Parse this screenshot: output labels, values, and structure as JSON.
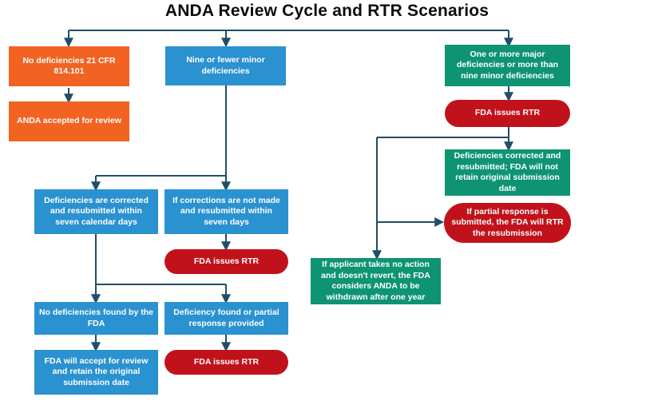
{
  "title": "ANDA Review Cycle and RTR Scenarios",
  "colors": {
    "orange": "#F26322",
    "blue": "#2A92D0",
    "teal": "#0E9473",
    "red": "#C1121C",
    "connector": "#1F4E66",
    "title_text": "#0D0D0D",
    "node_text": "#FFFFFF",
    "background": "#FFFFFF"
  },
  "nodes": {
    "no_deficiencies": "No deficiencies 21 CFR 814.101",
    "anda_accepted": "ANDA accepted for review",
    "nine_or_fewer": "Nine or fewer minor deficiencies",
    "one_or_more_major": "One or more major deficiencies or more than nine minor deficiencies",
    "fda_issues_rtr_major": "FDA issues RTR",
    "deficiencies_corrected_no_retain": "Deficiencies corrected and resubmitted; FDA will not retain original submission date",
    "partial_response_rtr": "If partial response is submitted, the FDA will RTR the resubmission",
    "no_action_withdrawn": "If applicant takes no action and doesn't revert, the FDA considers ANDA to be withdrawn after one year",
    "corrected_seven_days": "Deficiencies are corrected and resubmitted within seven calendar days",
    "not_corrected_seven_days": "If corrections are not made and resubmitted within seven days",
    "fda_issues_rtr_no_corrections": "FDA issues RTR",
    "no_deficiencies_found": "No deficiencies found by the FDA",
    "deficiency_or_partial": "Deficiency found or partial response provided",
    "fda_accept_retain_date": "FDA will accept for review and retain the original submission date",
    "fda_issues_rtr_partial": "FDA issues RTR"
  }
}
